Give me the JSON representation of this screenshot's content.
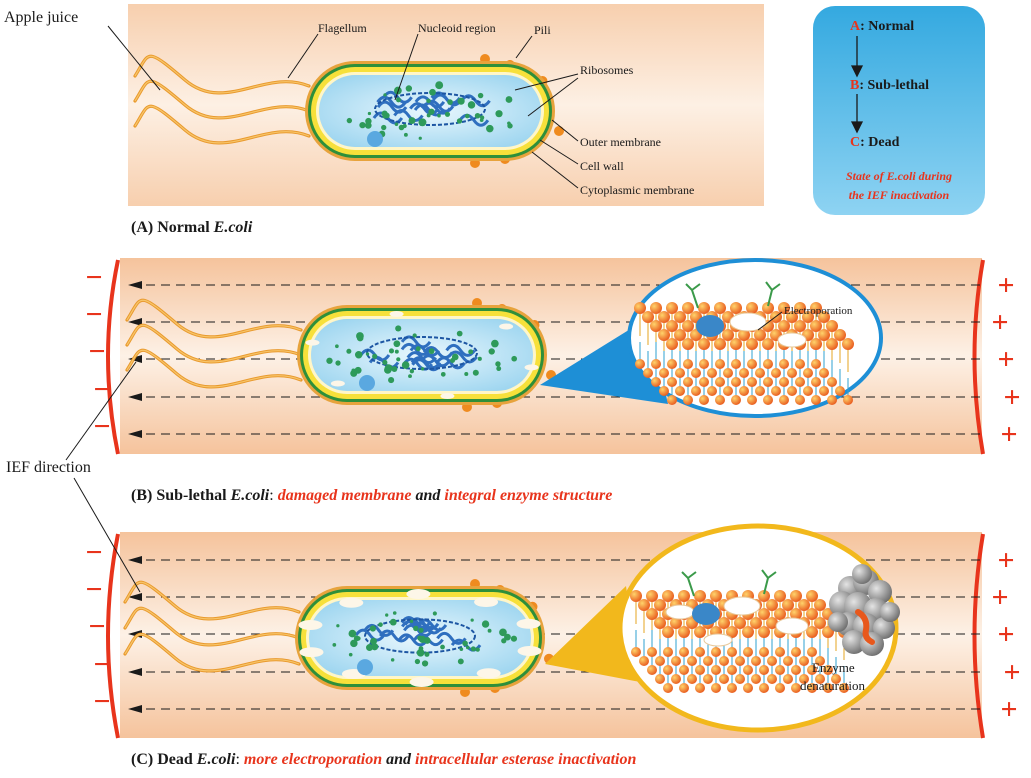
{
  "labels": {
    "medium": "Apple juice",
    "flagellum": "Flagellum",
    "nucleoid": "Nucleoid region",
    "pili": "Pili",
    "ribosomes": "Ribosomes",
    "outer_membrane": "Outer membrane",
    "cell_wall": "Cell wall",
    "cytoplasmic_membrane": "Cytoplasmic membrane",
    "ief_direction": "IEF direction",
    "electroporation": "Electroporation",
    "enzyme_denaturation_1": "Enzyme",
    "enzyme_denaturation_2": "denaturation"
  },
  "legend": {
    "items": [
      {
        "letter": "A",
        "text": ": Normal"
      },
      {
        "letter": "B",
        "text": ": Sub-lethal"
      },
      {
        "letter": "C",
        "text": ": Dead"
      }
    ],
    "caption_line1": "State of E.coli during",
    "caption_line2": "the IEF inactivation"
  },
  "panels": {
    "a": {
      "prefix": "(A) Normal ",
      "species": "E.coli"
    },
    "b": {
      "prefix": "(B) Sub-lethal ",
      "species": "E.coli",
      "colon": ": ",
      "red1": "damaged membrane",
      "mid": " and ",
      "red2": "integral enzyme structure"
    },
    "c": {
      "prefix": "(C) Dead ",
      "species": "E.coli",
      "colon": ": ",
      "red1": "more electroporation",
      "mid": " and ",
      "red2": "intracellular esterase inactivation"
    }
  },
  "symbols": {
    "minus": "−",
    "plus": "+"
  },
  "colors": {
    "juice": "#f9dcc4",
    "legend_bg": "#3fb6e8",
    "accent_red": "#e8341c",
    "cell_wall": "#e88a1c",
    "outer_membrane": "#2e8f3a",
    "cytoplasm": "#bfe6f7",
    "nucleoid": "#2f6fbf",
    "ribosome": "#2e9a5a",
    "electrode": "#e8341c",
    "bubble_b": "#1e8fd6",
    "bubble_c": "#f2b81c"
  }
}
